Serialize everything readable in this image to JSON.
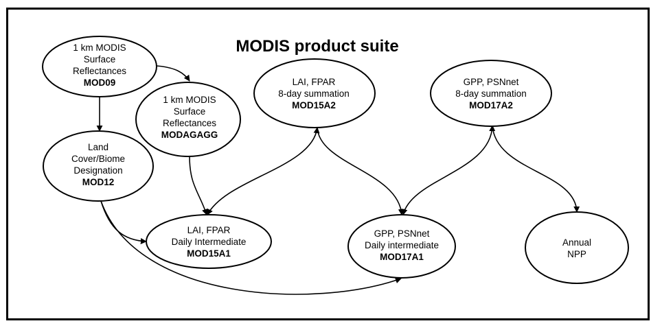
{
  "diagram": {
    "title": "MODIS product suite",
    "nodes": {
      "mod09": {
        "lines": [
          "1 km MODIS",
          "Surface",
          "Reflectances"
        ],
        "code": "MOD09"
      },
      "modagagg": {
        "lines": [
          "1 km MODIS",
          "Surface",
          "Reflectances"
        ],
        "code": "MODAGAGG"
      },
      "mod12": {
        "lines": [
          "Land",
          "Cover/Biome",
          "Designation"
        ],
        "code": "MOD12"
      },
      "mod15a2": {
        "lines": [
          "LAI, FPAR",
          "8-day summation"
        ],
        "code": "MOD15A2"
      },
      "mod17a2": {
        "lines": [
          "GPP, PSNnet",
          "8-day summation"
        ],
        "code": "MOD17A2"
      },
      "mod15a1": {
        "lines": [
          "LAI, FPAR",
          "Daily Intermediate"
        ],
        "code": "MOD15A1"
      },
      "mod17a1": {
        "lines": [
          "GPP, PSNnet",
          "Daily intermediate"
        ],
        "code": "MOD17A1"
      },
      "npp": {
        "lines": [
          "Annual",
          "NPP"
        ],
        "code": ""
      }
    },
    "edges": [
      [
        "mod09",
        "modagagg"
      ],
      [
        "mod09",
        "mod12"
      ],
      [
        "modagagg",
        "mod15a1"
      ],
      [
        "mod12",
        "mod15a1"
      ],
      [
        "mod12",
        "mod17a1"
      ],
      [
        "mod15a1",
        "mod15a2"
      ],
      [
        "mod15a2",
        "mod17a1"
      ],
      [
        "mod17a1",
        "mod17a2"
      ],
      [
        "mod17a2",
        "npp"
      ]
    ]
  }
}
